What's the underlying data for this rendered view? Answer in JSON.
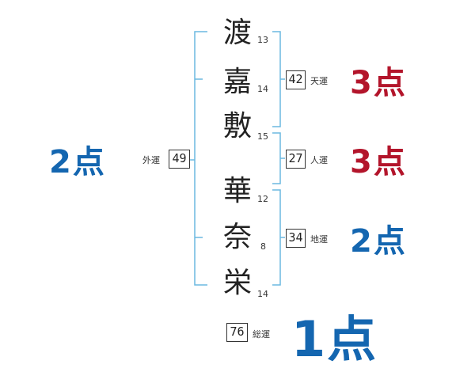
{
  "name_chars": [
    {
      "char": "渡",
      "strokes": "13"
    },
    {
      "char": "嘉",
      "strokes": "14"
    },
    {
      "char": "敷",
      "strokes": "15"
    },
    {
      "char": "華",
      "strokes": "12"
    },
    {
      "char": "奈",
      "strokes": "8"
    },
    {
      "char": "栄",
      "strokes": "14"
    }
  ],
  "fortunes": {
    "tenkaku": {
      "label": "天運",
      "value": "42",
      "score": "3点"
    },
    "jinkaku": {
      "label": "人運",
      "value": "27",
      "score": "3点"
    },
    "chikaku": {
      "label": "地運",
      "value": "34",
      "score": "2点"
    },
    "gaikaku": {
      "label": "外運",
      "value": "49",
      "score": "2点"
    },
    "soukaku": {
      "label": "総運",
      "value": "76",
      "score": "1点"
    }
  },
  "colors": {
    "bracket": "#6bb9e0",
    "score_red": "#b3152b",
    "score_blue": "#1466b0",
    "text": "#222222"
  }
}
